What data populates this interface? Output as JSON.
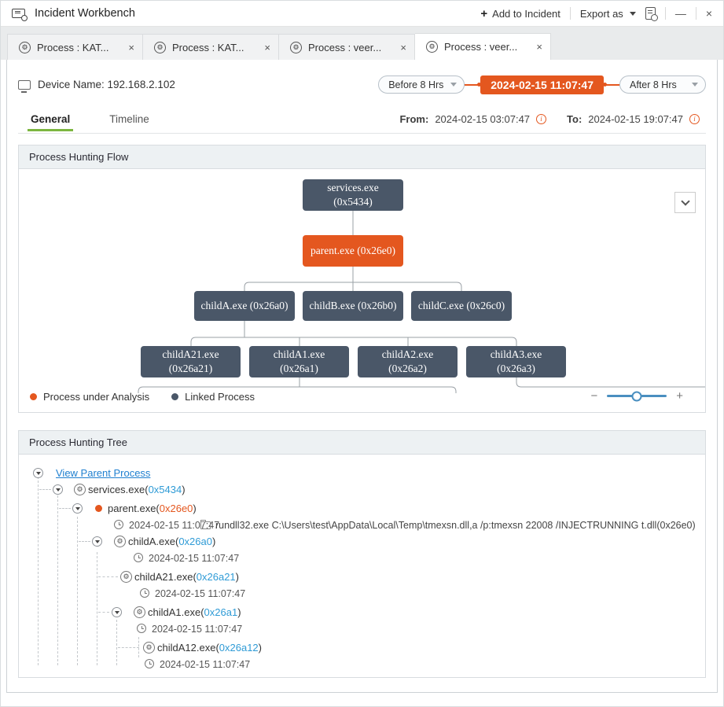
{
  "accent_color": "#e4571f",
  "linked_color": "#4a5768",
  "window": {
    "title": "Incident Workbench"
  },
  "header": {
    "add_to_incident": "Add to Incident",
    "export_as": "Export as",
    "minimize": "—",
    "close": "×"
  },
  "tabs_meta": {
    "close_glyph": "×",
    "gear_glyph": "⚙"
  },
  "tabs": [
    {
      "label": "Process : KAT...",
      "active": false
    },
    {
      "label": "Process : KAT...",
      "active": false
    },
    {
      "label": "Process : veer...",
      "active": false
    },
    {
      "label": "Process : veer...",
      "active": true
    }
  ],
  "device": {
    "label": "Device Name: 192.168.2.102"
  },
  "time_controls": {
    "before": "Before 8 Hrs",
    "pivot": "2024-02-15 11:07:47",
    "after": "After 8 Hrs"
  },
  "view_tabs": [
    {
      "label": "General",
      "active": true
    },
    {
      "label": "Timeline",
      "active": false
    }
  ],
  "time_range": {
    "from_label": "From:",
    "from_value": "2024-02-15 03:07:47",
    "to_label": "To:",
    "to_value": "2024-02-15 19:07:47",
    "info_glyph": "i"
  },
  "flow": {
    "title": "Process Hunting Flow",
    "nodes": [
      {
        "id": "services",
        "lines": [
          "services.exe",
          "(0x5434)"
        ],
        "style": "linked"
      },
      {
        "id": "parent",
        "lines": [
          "parent.exe (0x26e0)"
        ],
        "style": "analysis"
      },
      {
        "id": "childA",
        "lines": [
          "childA.exe (0x26a0)"
        ],
        "style": "linked"
      },
      {
        "id": "childB",
        "lines": [
          "childB.exe (0x26b0)"
        ],
        "style": "linked"
      },
      {
        "id": "childC",
        "lines": [
          "childC.exe (0x26c0)"
        ],
        "style": "linked"
      },
      {
        "id": "childA21",
        "lines": [
          "childA21.exe",
          "(0x26a21)"
        ],
        "style": "linked"
      },
      {
        "id": "childA1",
        "lines": [
          "childA1.exe",
          "(0x26a1)"
        ],
        "style": "linked"
      },
      {
        "id": "childA2",
        "lines": [
          "childA2.exe",
          "(0x26a2)"
        ],
        "style": "linked"
      },
      {
        "id": "childA3",
        "lines": [
          "childA3.exe",
          "(0x26a3)"
        ],
        "style": "linked"
      }
    ],
    "legend": [
      {
        "label": "Process under Analysis",
        "color": "#e4571f"
      },
      {
        "label": "Linked Process",
        "color": "#4a5768"
      }
    ],
    "zoom": {
      "minus": "−",
      "plus": "+"
    }
  },
  "tree": {
    "title": "Process Hunting Tree",
    "rows": [
      {
        "type": "link",
        "label": "View Parent Process",
        "toggle": true
      },
      {
        "type": "process",
        "name": "services.exe",
        "pid": "0x5434",
        "pid_color": "blue",
        "toggle": true,
        "icon": "process"
      },
      {
        "type": "process",
        "name": "parent.exe",
        "pid": "0x26e0",
        "pid_color": "orange",
        "toggle": true,
        "icon": "dot"
      },
      {
        "type": "detail",
        "time": "2024-02-15 11:07:47",
        "command": "rundll32.exe C:\\Users\\test\\AppData\\Local\\Temp\\tmexsn.dll,a /p:tmexsn 22008 /INJECTRUNNING t.dll(0x26e0)"
      },
      {
        "type": "process",
        "name": "childA.exe",
        "pid": "0x26a0",
        "pid_color": "blue",
        "toggle": true,
        "icon": "process"
      },
      {
        "type": "detail",
        "time": "2024-02-15 11:07:47"
      },
      {
        "type": "process",
        "name": "childA21.exe",
        "pid": "0x26a21",
        "pid_color": "blue",
        "toggle": false,
        "icon": "process"
      },
      {
        "type": "detail",
        "time": "2024-02-15 11:07:47"
      },
      {
        "type": "process",
        "name": "childA1.exe",
        "pid": "0x26a1",
        "pid_color": "blue",
        "toggle": true,
        "icon": "process"
      },
      {
        "type": "detail",
        "time": "2024-02-15 11:07:47"
      },
      {
        "type": "process",
        "name": "childA12.exe",
        "pid": "0x26a12",
        "pid_color": "blue",
        "toggle": false,
        "icon": "process"
      },
      {
        "type": "detail",
        "time": "2024-02-15 11:07:47"
      }
    ]
  }
}
